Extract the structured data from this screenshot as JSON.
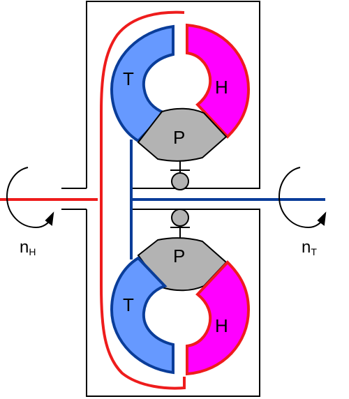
{
  "labels": {
    "turbine": "T",
    "pump": "H",
    "reactor": "P",
    "turbine_lower": "T",
    "pump_lower": "H",
    "reactor_lower": "P",
    "n_left_main": "n",
    "n_left_sub": "H",
    "n_right_main": "n",
    "n_right_sub": "T"
  },
  "colors": {
    "input_shaft": "#ee1c1c",
    "output_shaft": "#0a3d99",
    "turbine_fill": "#6699ff",
    "pump_fill": "#ff00ff",
    "reactor_fill": "#b3b3b3",
    "housing": "#000000"
  }
}
